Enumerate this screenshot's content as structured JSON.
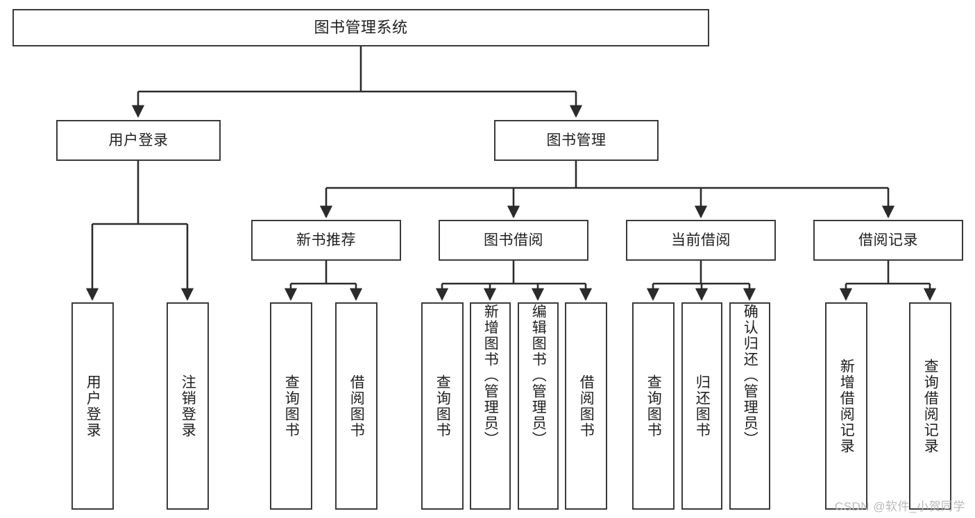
{
  "diagram": {
    "title": "图书管理系统",
    "type": "functional-decomposition-tree",
    "root": {
      "label": "图书管理系统"
    },
    "level2": [
      {
        "label": "用户登录"
      },
      {
        "label": "图书管理"
      }
    ],
    "level3": [
      {
        "label": "新书推荐"
      },
      {
        "label": "图书借阅"
      },
      {
        "label": "当前借阅"
      },
      {
        "label": "借阅记录"
      }
    ],
    "leaves": [
      {
        "label": "用户登录",
        "parent": "用户登录"
      },
      {
        "label": "注销登录",
        "parent": "用户登录"
      },
      {
        "label": "查询图书",
        "parent": "新书推荐"
      },
      {
        "label": "借阅图书",
        "parent": "新书推荐"
      },
      {
        "label": "查询图书",
        "parent": "图书借阅"
      },
      {
        "label": "新增图书（管理员）",
        "parent": "图书借阅"
      },
      {
        "label": "编辑图书（管理员）",
        "parent": "图书借阅"
      },
      {
        "label": "借阅图书",
        "parent": "图书借阅"
      },
      {
        "label": "查询图书",
        "parent": "当前借阅"
      },
      {
        "label": "归还图书",
        "parent": "当前借阅"
      },
      {
        "label": "确认归还（管理员）",
        "parent": "当前借阅"
      },
      {
        "label": "新增借阅记录",
        "parent": "借阅记录"
      },
      {
        "label": "查询借阅记录",
        "parent": "借阅记录"
      }
    ]
  },
  "watermark": {
    "text": "CSDN @软件_小贺同学"
  },
  "colors": {
    "box_border": "#3a3a3a",
    "box_fill": "#ffffff",
    "edge": "#2b2b2b",
    "text": "#1f1f1f",
    "watermark": "#b9b9b9"
  }
}
